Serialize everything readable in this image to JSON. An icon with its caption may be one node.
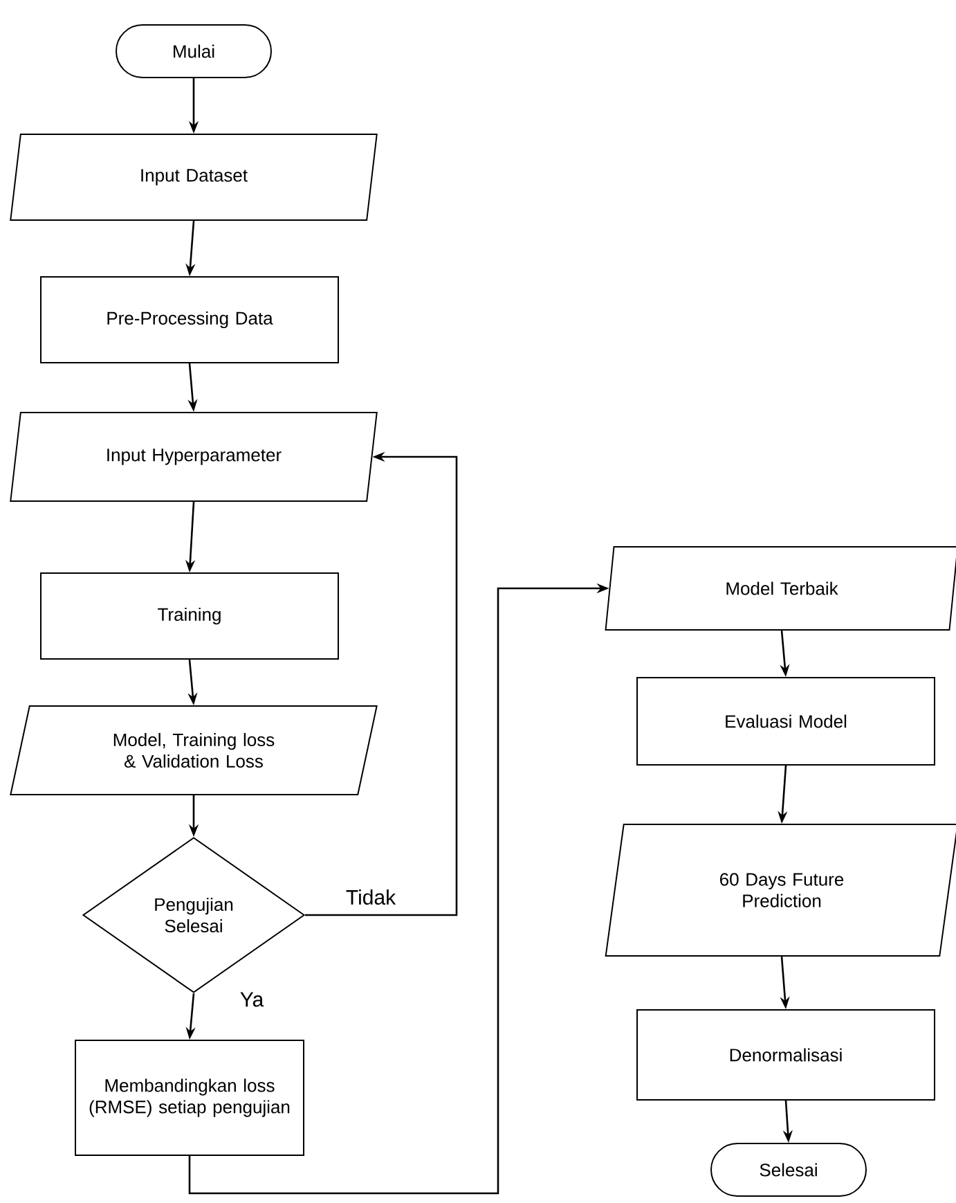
{
  "diagram": {
    "nodes": [
      {
        "text": [
          "Mulai"
        ]
      },
      {
        "text": [
          "Input Dataset"
        ]
      },
      {
        "text": [
          "Pre-Processing Data"
        ]
      },
      {
        "text": [
          "Input Hyperparameter"
        ]
      },
      {
        "text": [
          "Training"
        ]
      },
      {
        "text": [
          "Model, Training loss & Validation Loss"
        ]
      },
      {
        "text": [
          "Pengujian Selesai"
        ]
      },
      {
        "text": [
          "Membandingkan loss (RMSE) setiap pengujian"
        ]
      },
      {
        "text": [
          "Model Terbaik"
        ]
      },
      {
        "text": [
          "Evaluasi Model"
        ]
      },
      {
        "text": [
          "60 Days Future Prediction"
        ]
      },
      {
        "text": [
          "Denormalisasi"
        ]
      },
      {
        "text": [
          "Selesai"
        ]
      }
    ],
    "edges": [
      {
        "from": 0,
        "to": 1,
        "arrow": "to"
      },
      {
        "from": 1,
        "to": 2,
        "arrow": "to"
      },
      {
        "from": 2,
        "to": 3,
        "arrow": "to"
      },
      {
        "from": 3,
        "to": 4,
        "arrow": "to"
      },
      {
        "from": 4,
        "to": 5,
        "arrow": "to"
      },
      {
        "from": 5,
        "to": 6,
        "arrow": "to"
      },
      {
        "from": 6,
        "to": 3,
        "arrow": "to",
        "label": "Tidak"
      },
      {
        "from": 6,
        "to": 7,
        "arrow": "to",
        "label": "Ya"
      },
      {
        "from": 7,
        "to": 8,
        "arrow": "to"
      },
      {
        "from": 8,
        "to": 9,
        "arrow": "to"
      },
      {
        "from": 9,
        "to": 10,
        "arrow": "to"
      },
      {
        "from": 10,
        "to": 11,
        "arrow": "to"
      },
      {
        "from": 11,
        "to": 12,
        "arrow": "to"
      }
    ]
  }
}
